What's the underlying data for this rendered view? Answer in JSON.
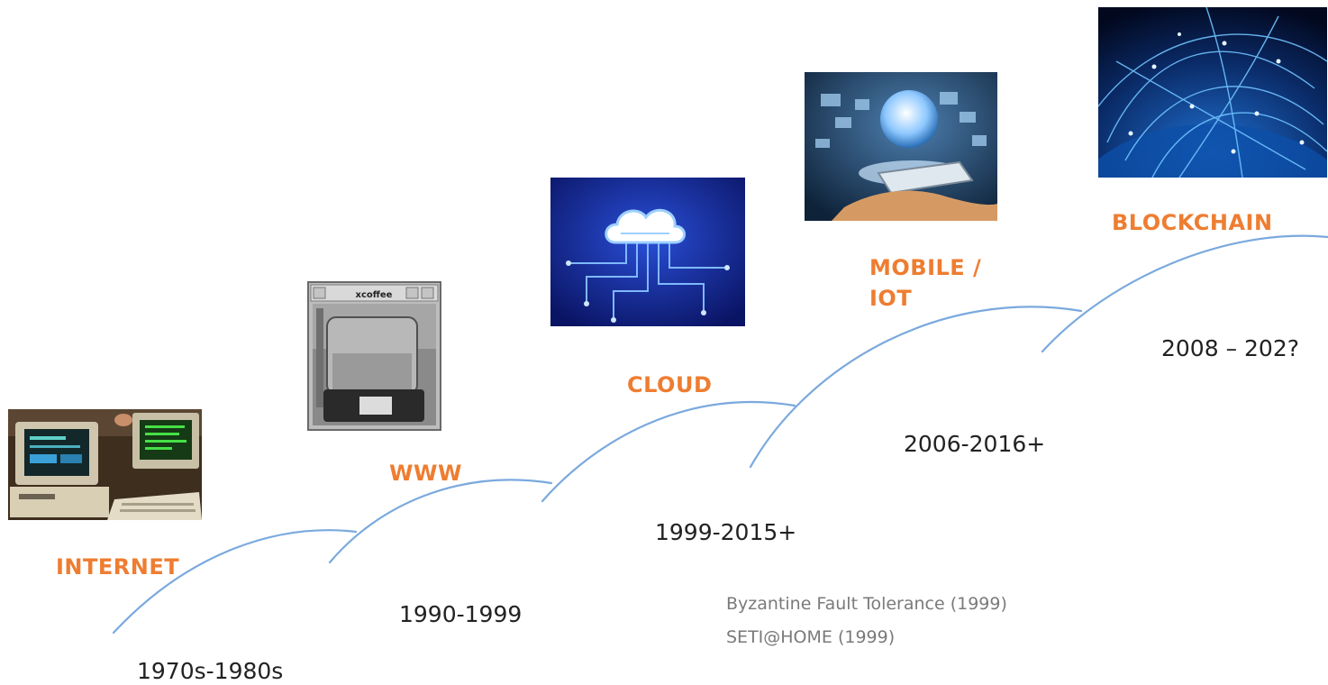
{
  "timeline": {
    "eras": [
      {
        "label": "INTERNET",
        "dates": "1970s-1980s",
        "image": "vintage-computers-photo"
      },
      {
        "label": "WWW",
        "dates": "1990-1999",
        "image": "xcoffee-webcam-photo"
      },
      {
        "label": "CLOUD",
        "dates": "1999-2015+",
        "image": "cloud-circuit-illustration"
      },
      {
        "label": "MOBILE /\nIOT",
        "dates": "2006-2016+",
        "image": "globe-over-smartphone-illustration"
      },
      {
        "label": "BLOCKCHAIN",
        "dates": "2008 – 202?",
        "image": "network-globe-illustration"
      }
    ],
    "notes": [
      "Byzantine Fault Tolerance (1999)",
      "SETI@HOME (1999)"
    ],
    "webcam_window_title": "xcoffee"
  },
  "colors": {
    "label": "#ee7d31",
    "curve": "#7aa9de",
    "date": "#222222",
    "note": "#7a7a7a"
  }
}
